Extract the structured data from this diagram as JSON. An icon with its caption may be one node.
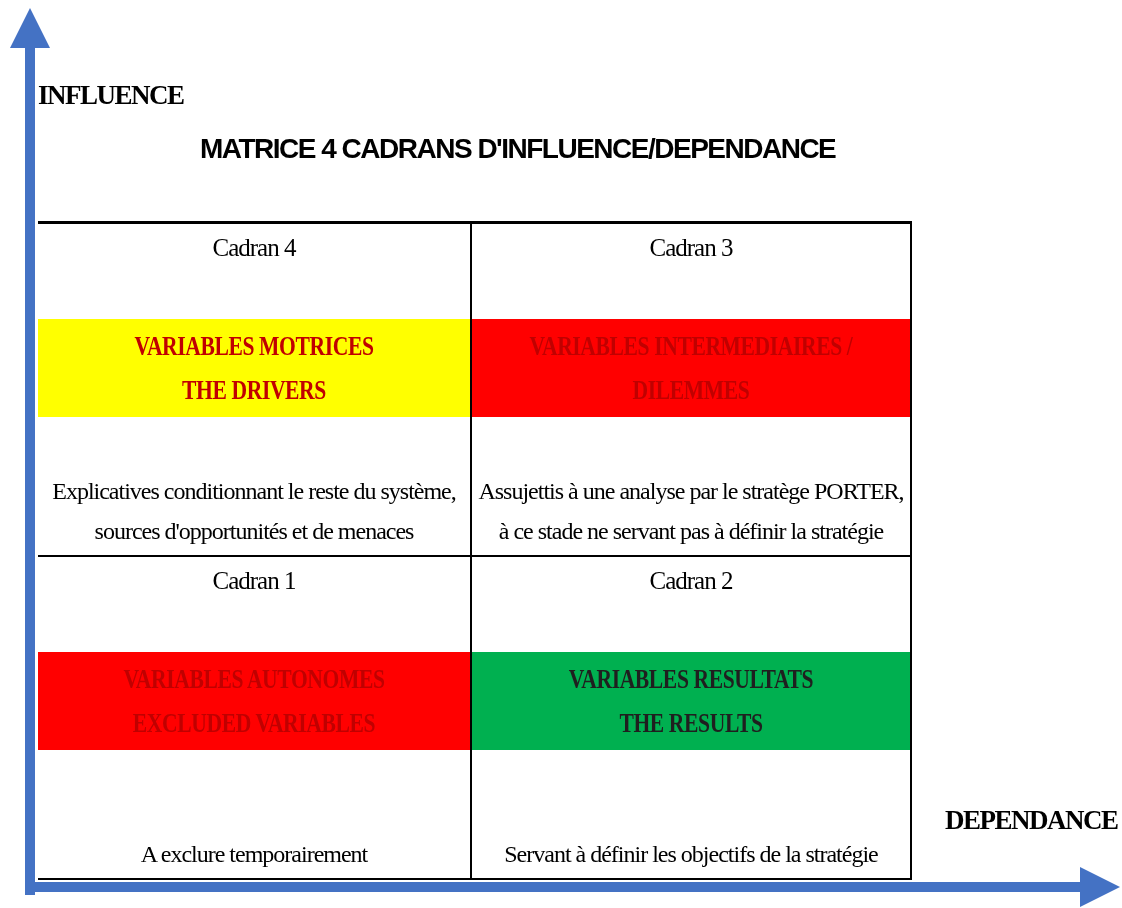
{
  "diagram": {
    "title": "MATRICE 4 CADRANS D'INFLUENCE/DEPENDANCE",
    "nodes": [
      {
        "text": [
          "Cadran 4",
          "Explicatives conditionnant le reste du système, sources d'opportunités et de menaces"
        ]
      },
      {
        "text": [
          "VARIABLES MOTRICES THE DRIVERS"
        ],
        "in": 0
      },
      {
        "text": [
          "Cadran 3",
          "Assujettis à une analyse par le stratège PORTER, à ce stade ne servant pas à définir la stratégie"
        ]
      },
      {
        "text": [
          "VARIABLES INTERMEDIAIRES / DILEMMES"
        ],
        "in": 2
      },
      {
        "text": [
          "Cadran 1",
          "A exclure temporairement"
        ]
      },
      {
        "text": [
          "VARIABLES AUTONOMES EXCLUDED VARIABLES"
        ],
        "in": 4
      },
      {
        "text": [
          "Cadran 2",
          "Servant à définir les objectifs de la stratégie"
        ]
      },
      {
        "text": [
          "VARIABLES RESULTATS THE RESULTS"
        ],
        "in": 6
      }
    ],
    "edges": [],
    "labels": [
      "INFLUENCE",
      "DEPENDANCE"
    ]
  }
}
